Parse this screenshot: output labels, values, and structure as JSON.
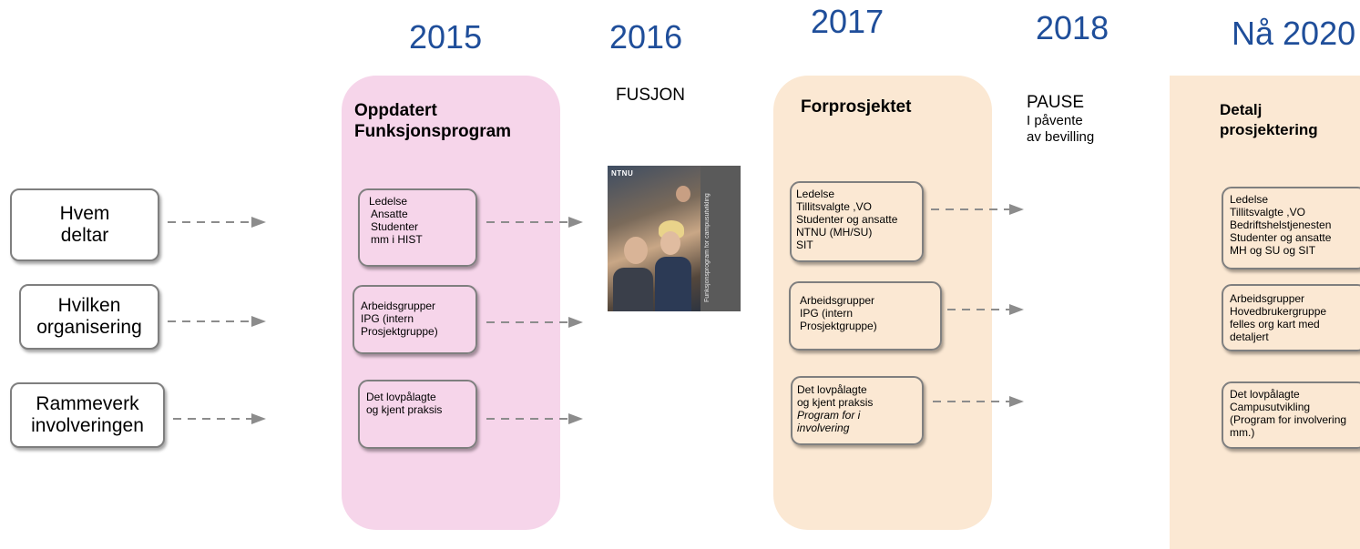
{
  "years": [
    "2015",
    "2016",
    "2017",
    "2018",
    "Nå 2020"
  ],
  "left": {
    "boxes": [
      {
        "lines": [
          "Hvem",
          "deltar"
        ]
      },
      {
        "lines": [
          "Hvilken",
          "organisering"
        ]
      },
      {
        "lines": [
          "Rammeverk",
          "involveringen"
        ]
      }
    ]
  },
  "col2015": {
    "title_lines": [
      "Oppdatert",
      "Funksjonsprogram"
    ],
    "boxes": [
      {
        "lines": [
          "Ledelse",
          "Ansatte",
          "Studenter",
          "mm i HIST"
        ]
      },
      {
        "lines": [
          "Arbeidsgrupper",
          "IPG (intern",
          "Prosjektgruppe)"
        ]
      },
      {
        "lines": [
          "Det lovpålagte",
          "og kjent praksis"
        ]
      }
    ]
  },
  "col2016": {
    "label": "FUSJON",
    "cover": {
      "logo": "NTNU",
      "spine": "Funksjonsprogram for campusutvikling"
    }
  },
  "col2017": {
    "title": "Forprosjektet",
    "boxes": [
      {
        "lines": [
          "Ledelse",
          "Tillitsvalgte ,VO",
          "Studenter og ansatte",
          "NTNU (MH/SU)",
          "SIT"
        ]
      },
      {
        "lines": [
          "Arbeidsgrupper",
          "IPG (intern",
          "Prosjektgruppe)"
        ]
      },
      {
        "lines": [
          "Det lovpålagte",
          "og kjent praksis"
        ],
        "italic_lines": [
          "Program for i",
          "involvering"
        ]
      }
    ]
  },
  "col2018": {
    "label": "PAUSE",
    "sub_lines": [
      "I påvente",
      "av bevilling"
    ]
  },
  "col2020": {
    "title_lines": [
      "Detalj",
      "prosjektering"
    ],
    "boxes": [
      {
        "lines": [
          "Ledelse",
          "Tillitsvalgte ,VO",
          "Bedriftshelstjenesten",
          "Studenter og ansatte",
          "MH og SU og SIT"
        ]
      },
      {
        "lines": [
          "Arbeidsgrupper",
          "Hovedbrukergruppe",
          "felles org kart med",
          "detaljert"
        ]
      },
      {
        "lines": [
          "Det lovpålagte",
          "Campusutvikling",
          "(Program for involvering",
          "mm.)"
        ]
      }
    ]
  },
  "colors": {
    "year_text": "#1f4e9a",
    "pink_column": "#f6d5ea",
    "peach_column": "#fbe8d3",
    "box_border": "#7f7f7f",
    "arrow": "#8c8c8c"
  }
}
